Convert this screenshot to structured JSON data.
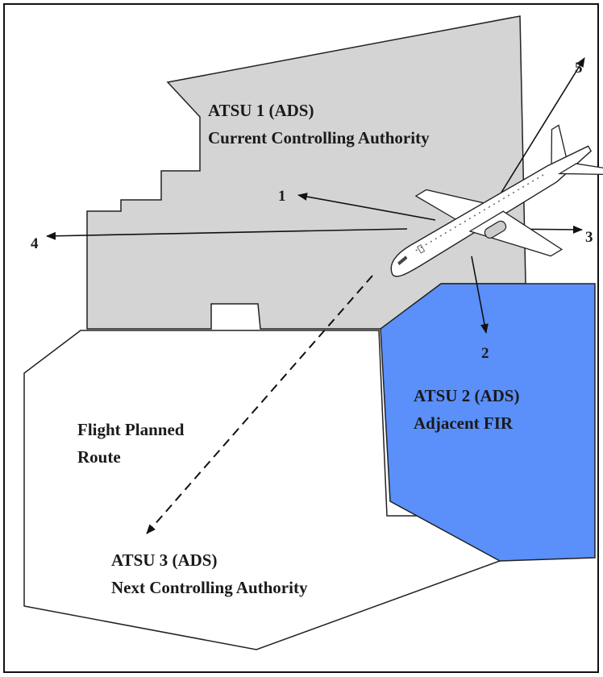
{
  "colors": {
    "atsu1_fill": "#d4d4d4",
    "atsu2_fill": "#5b8ff9",
    "atsu3_fill": "#ffffff",
    "outline": "#222222",
    "aircraft_body": "#ffffff"
  },
  "regions": {
    "atsu1": {
      "line1": "ATSU 1 (ADS)",
      "line2": "Current Controlling Authority"
    },
    "atsu2": {
      "line1": "ATSU 2 (ADS)",
      "line2": "Adjacent FIR"
    },
    "atsu3": {
      "line1": "ATSU 3 (ADS)",
      "line2": "Next Controlling Authority"
    }
  },
  "route": {
    "line1": "Flight Planned",
    "line2": "Route"
  },
  "arrows": {
    "a1": "1",
    "a2": "2",
    "a3": "3",
    "a4": "4",
    "a5": "5"
  },
  "icons": {
    "aircraft": "airplane-icon"
  }
}
